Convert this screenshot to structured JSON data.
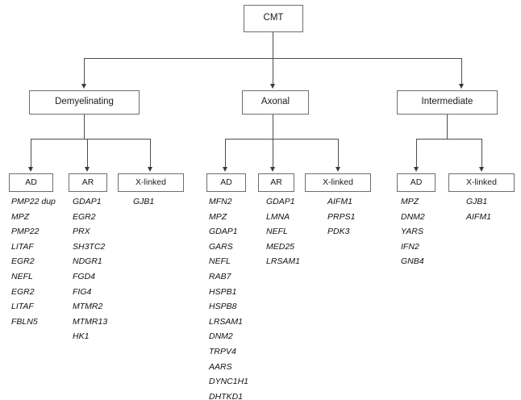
{
  "diagram": {
    "title": "CMT classification tree",
    "root": {
      "label": "CMT"
    },
    "level2": [
      {
        "label": "Demyelinating"
      },
      {
        "label": "Axonal"
      },
      {
        "label": "Intermediate"
      }
    ],
    "branches": [
      {
        "group": "Demyelinating",
        "inheritance": [
          {
            "label": "AD",
            "genes": [
              "PMP22 dup",
              "MPZ",
              "PMP22",
              "LITAF",
              "EGR2",
              "NEFL",
              "EGR2",
              "LITAF",
              "FBLN5"
            ]
          },
          {
            "label": "AR",
            "genes": [
              "GDAP1",
              "EGR2",
              "PRX",
              "SH3TC2",
              "NDGR1",
              "FGD4",
              "FIG4",
              "MTMR2",
              "MTMR13",
              "HK1"
            ]
          },
          {
            "label": "X-linked",
            "genes": [
              "GJB1"
            ]
          }
        ]
      },
      {
        "group": "Axonal",
        "inheritance": [
          {
            "label": "AD",
            "genes": [
              "MFN2",
              "MPZ",
              "GDAP1",
              "GARS",
              "NEFL",
              "RAB7",
              "HSPB1",
              "HSPB8",
              "LRSAM1",
              "DNM2",
              "TRPV4",
              "AARS",
              "DYNC1H1",
              "DHTKD1"
            ]
          },
          {
            "label": "AR",
            "genes": [
              "GDAP1",
              "LMNA",
              "NEFL",
              "MED25",
              "LRSAM1"
            ]
          },
          {
            "label": "X-linked",
            "genes": [
              "AIFM1",
              "PRPS1",
              "PDK3"
            ]
          }
        ]
      },
      {
        "group": "Intermediate",
        "inheritance": [
          {
            "label": "AD",
            "genes": [
              "MPZ",
              "DNM2",
              "YARS",
              "IFN2",
              "GNB4"
            ]
          },
          {
            "label": "X-linked",
            "genes": [
              "GJB1",
              "AIFM1"
            ]
          }
        ]
      }
    ],
    "colors": {
      "box_border": "#6e6e6e",
      "connector": "#4d4d4d",
      "text": "#1a1a1a",
      "gene_text": "#111111",
      "background": "#ffffff"
    }
  }
}
